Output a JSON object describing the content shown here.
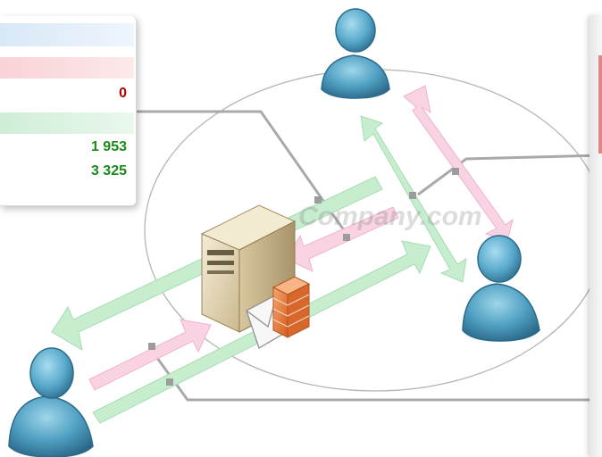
{
  "stats": {
    "value_red": "0",
    "value_green_1": "1 953",
    "value_green_2": "3 325"
  },
  "watermark": {
    "text": "Company.com"
  },
  "colors": {
    "arrow_green": "#bfe9c6",
    "arrow_pink": "#f6c4da",
    "connector_gray": "#a8a8a8",
    "user_body": "#5aa8c9",
    "user_dark": "#2d6f8e",
    "server_body": "#e8dcc0",
    "firewall": "#e9783a"
  },
  "icons": {
    "user": "user-icon",
    "server": "server-icon",
    "firewall": "firewall-icon",
    "mail": "envelope-icon"
  }
}
